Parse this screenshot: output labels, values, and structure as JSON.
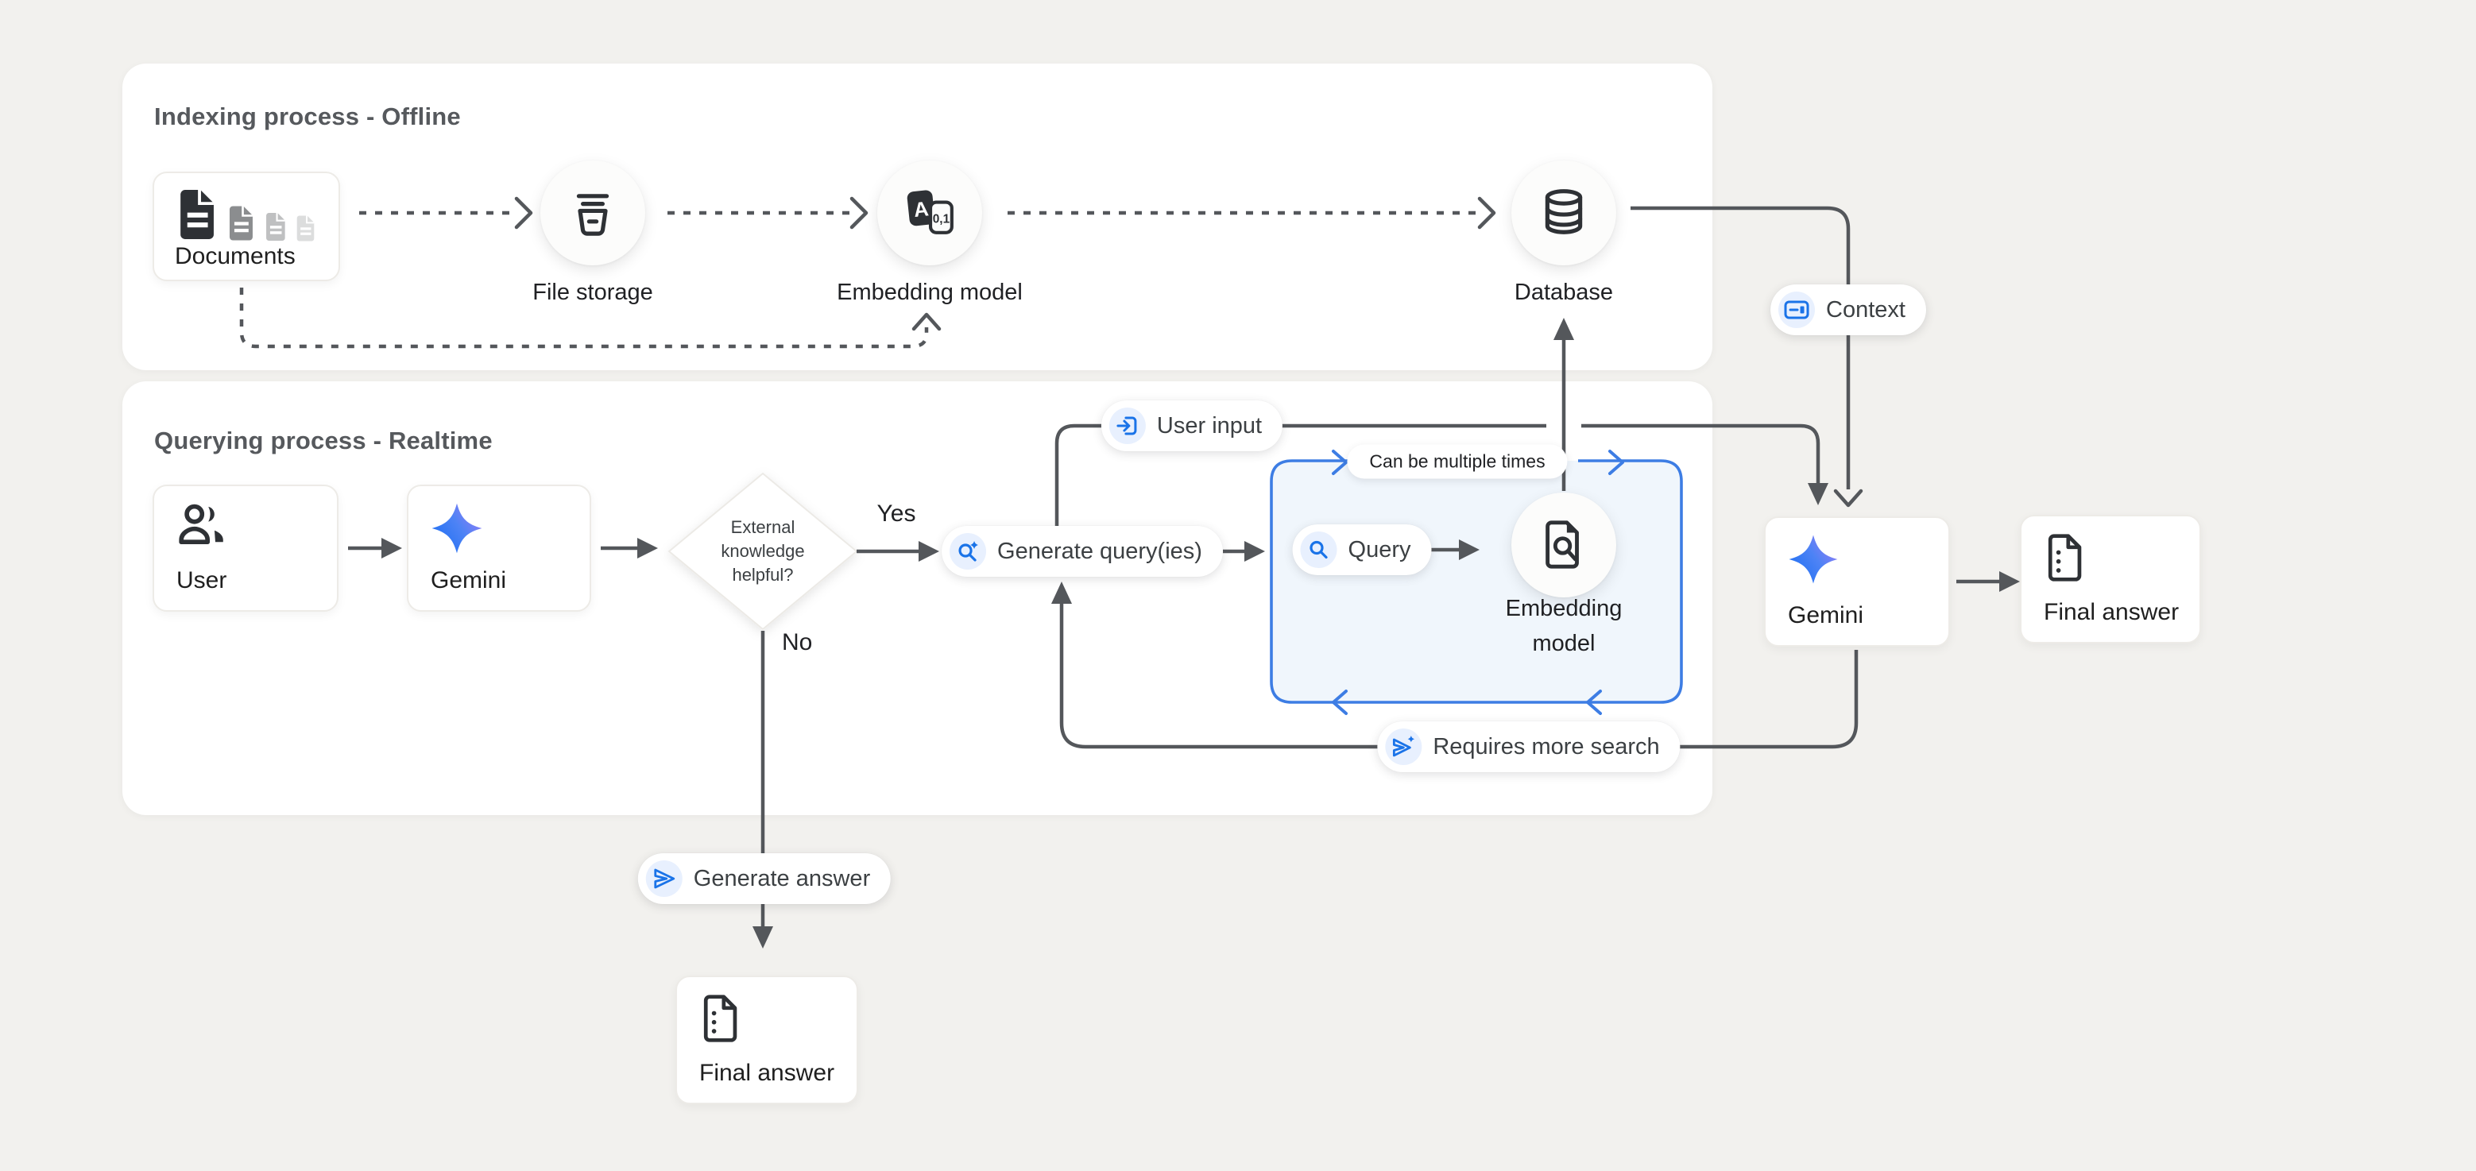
{
  "panels": {
    "indexing": {
      "title": "Indexing process - Offline"
    },
    "querying": {
      "title": "Querying process - Realtime"
    }
  },
  "nodes": {
    "documents": {
      "label": "Documents"
    },
    "file_storage": {
      "label": "File storage"
    },
    "embedding_model": {
      "label": "Embedding model"
    },
    "database": {
      "label": "Database"
    },
    "user": {
      "label": "User"
    },
    "gemini": {
      "label": "Gemini"
    },
    "decision": {
      "line1": "External",
      "line2": "knowledge",
      "line3": "helpful?"
    },
    "embedding_model_rt": {
      "line1": "Embedding",
      "line2": "model"
    },
    "gemini_final": {
      "label": "Gemini"
    },
    "final_answer": {
      "label": "Final answer"
    },
    "final_answer_no": {
      "label": "Final answer"
    }
  },
  "labels": {
    "context": "Context",
    "user_input": "User input",
    "generate_queries": "Generate query(ies)",
    "can_be_multiple_times": "Can be multiple times",
    "query": "Query",
    "requires_more_search": "Requires more search",
    "generate_answer": "Generate answer",
    "yes": "Yes",
    "no": "No"
  },
  "icons": [
    "document-icon",
    "file-storage-bucket-icon",
    "embedding-translate-icon",
    "database-cylinder-icon",
    "user-group-icon",
    "gemini-sparkle-icon",
    "search-sparkle-icon",
    "login-arrow-icon",
    "search-icon",
    "document-search-icon",
    "article-context-icon",
    "send-icon",
    "send-sparkle-icon",
    "final-answer-document-icon"
  ],
  "colors": {
    "accent_blue": "#1A73E8",
    "icon_chip_blue": "#E8F0FE",
    "loop_border_blue": "#3D7DE4",
    "loop_fill_blue": "#F0F6FC",
    "connector_gray": "#54575B",
    "gemini_gradient_start": "#1B6EF3",
    "gemini_gradient_end": "#9B7CF6",
    "page_background": "#F2F1EE"
  }
}
